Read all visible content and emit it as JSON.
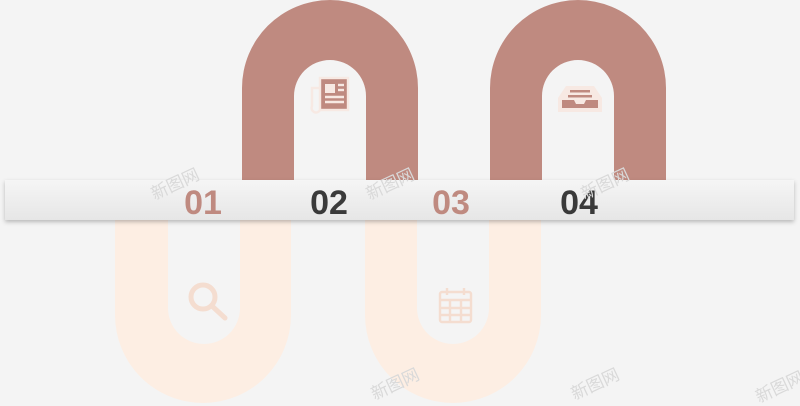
{
  "colors": {
    "background": "#f4f4f4",
    "arch_dark": "#bf8a80",
    "arch_light": "#fdeee3",
    "band": "#f0f0f0",
    "num_accent": "#bf8a80",
    "num_dark": "#3a3a3a",
    "icon_on_dark": "#f7e9e3",
    "icon_on_light": "#f4ddd0"
  },
  "steps": [
    {
      "number": "01",
      "icon": "search-icon"
    },
    {
      "number": "02",
      "icon": "newspaper-icon"
    },
    {
      "number": "03",
      "icon": "calendar-icon"
    },
    {
      "number": "04",
      "icon": "inbox-tray-icon"
    }
  ],
  "watermark": "新图网"
}
